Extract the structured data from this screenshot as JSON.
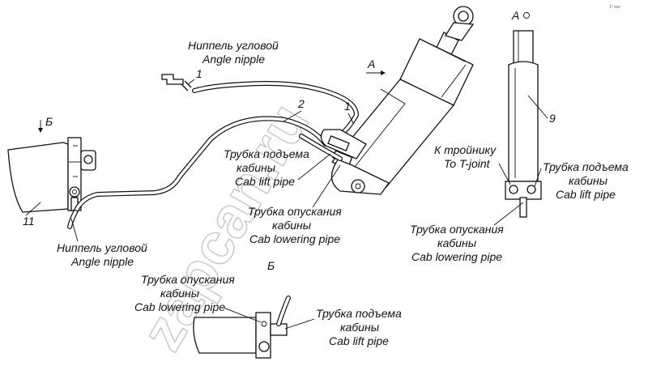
{
  "watermark": "zapcan.ru",
  "corner_mark": "1° xxx",
  "views": {
    "a_main": "A",
    "a_detail": "A",
    "b_main": "Б",
    "b_detail": "Б"
  },
  "labels": {
    "angle_nipple_top_ru": "Ниппель угловой",
    "angle_nipple_top_en": "Angle nipple",
    "angle_nipple_bottom_ru": "Ниппель угловой",
    "angle_nipple_bottom_en": "Angle nipple",
    "lift_pipe_main_ru1": "Трубка подъема",
    "lift_pipe_main_ru2": "кабины",
    "lift_pipe_main_en": "Cab lift pipe",
    "lowering_pipe_main_ru1": "Трубка опускания",
    "lowering_pipe_main_ru2": "кабины",
    "lowering_pipe_main_en": "Cab lowering pipe",
    "t_joint_ru": "К тройнику",
    "t_joint_en": "To T-joint",
    "lift_pipe_a_ru1": "Трубка подъема",
    "lift_pipe_a_ru2": "кабины",
    "lift_pipe_a_en": "Cab lift pipe",
    "lowering_pipe_a_ru1": "Трубка опускания",
    "lowering_pipe_a_ru2": "кабины",
    "lowering_pipe_a_en": "Cab lowering pipe",
    "lowering_pipe_b_ru1": "Трубка опускания",
    "lowering_pipe_b_ru2": "кабины",
    "lowering_pipe_b_en": "Cab lowering pipe",
    "lift_pipe_b_ru1": "Трубка подъема",
    "lift_pipe_b_ru2": "кабины",
    "lift_pipe_b_en": "Cab lift pipe"
  },
  "callouts": {
    "nipple_top": "1",
    "cylinder_nipple": "1",
    "pipe": "2",
    "cylinder_a": "9",
    "pump": "11"
  }
}
